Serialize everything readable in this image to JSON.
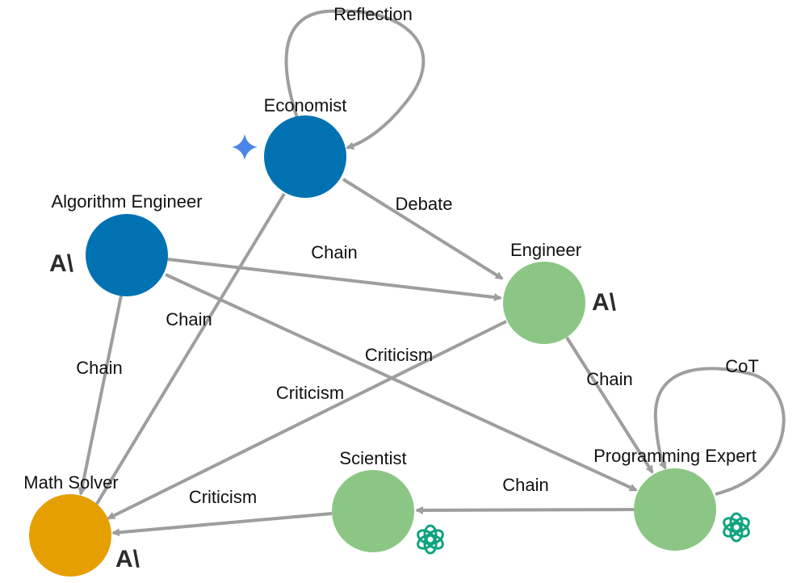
{
  "colors": {
    "blue": "#0072b2",
    "green": "#8cc685",
    "orange": "#e69f00",
    "edge": "#9e9e9e",
    "gemini": "#4a86e8",
    "openai": "#10a37f",
    "anthropic": "#2b2b2b"
  },
  "nodes": {
    "economist": {
      "label": "Economist",
      "color": "blue",
      "model_icon": "gemini-sparkle-icon"
    },
    "algorithm_engineer": {
      "label": "Algorithm Engineer",
      "color": "blue",
      "model_icon": "anthropic-logo-icon"
    },
    "engineer": {
      "label": "Engineer",
      "color": "green",
      "model_icon": "anthropic-logo-icon"
    },
    "math_solver": {
      "label": "Math Solver",
      "color": "orange",
      "model_icon": "anthropic-logo-icon"
    },
    "scientist": {
      "label": "Scientist",
      "color": "green",
      "model_icon": "openai-logo-icon"
    },
    "programming_expert": {
      "label": "Programming Expert",
      "color": "green",
      "model_icon": "openai-logo-icon"
    }
  },
  "anthropic_mark": "A\\",
  "edges": {
    "economist_self": {
      "from": "Economist",
      "to": "Economist",
      "label": "Reflection"
    },
    "economist_engineer": {
      "from": "Economist",
      "to": "Engineer",
      "label": "Debate"
    },
    "economist_math": {
      "from": "Economist",
      "to": "Math Solver",
      "label": "Chain"
    },
    "algo_engineer": {
      "from": "Algorithm Engineer",
      "to": "Engineer",
      "label": "Chain"
    },
    "algo_math": {
      "from": "Algorithm Engineer",
      "to": "Math Solver",
      "label": "Chain"
    },
    "algo_prog": {
      "from": "Algorithm Engineer",
      "to": "Programming Expert",
      "label": "Criticism"
    },
    "engineer_math": {
      "from": "Engineer",
      "to": "Math Solver",
      "label": "Criticism"
    },
    "engineer_prog": {
      "from": "Engineer",
      "to": "Programming Expert",
      "label": "Chain"
    },
    "prog_self": {
      "from": "Programming Expert",
      "to": "Programming Expert",
      "label": "CoT"
    },
    "prog_scientist": {
      "from": "Programming Expert",
      "to": "Scientist",
      "label": "Chain"
    },
    "scientist_math": {
      "from": "Scientist",
      "to": "Math Solver",
      "label": "Criticism"
    }
  }
}
